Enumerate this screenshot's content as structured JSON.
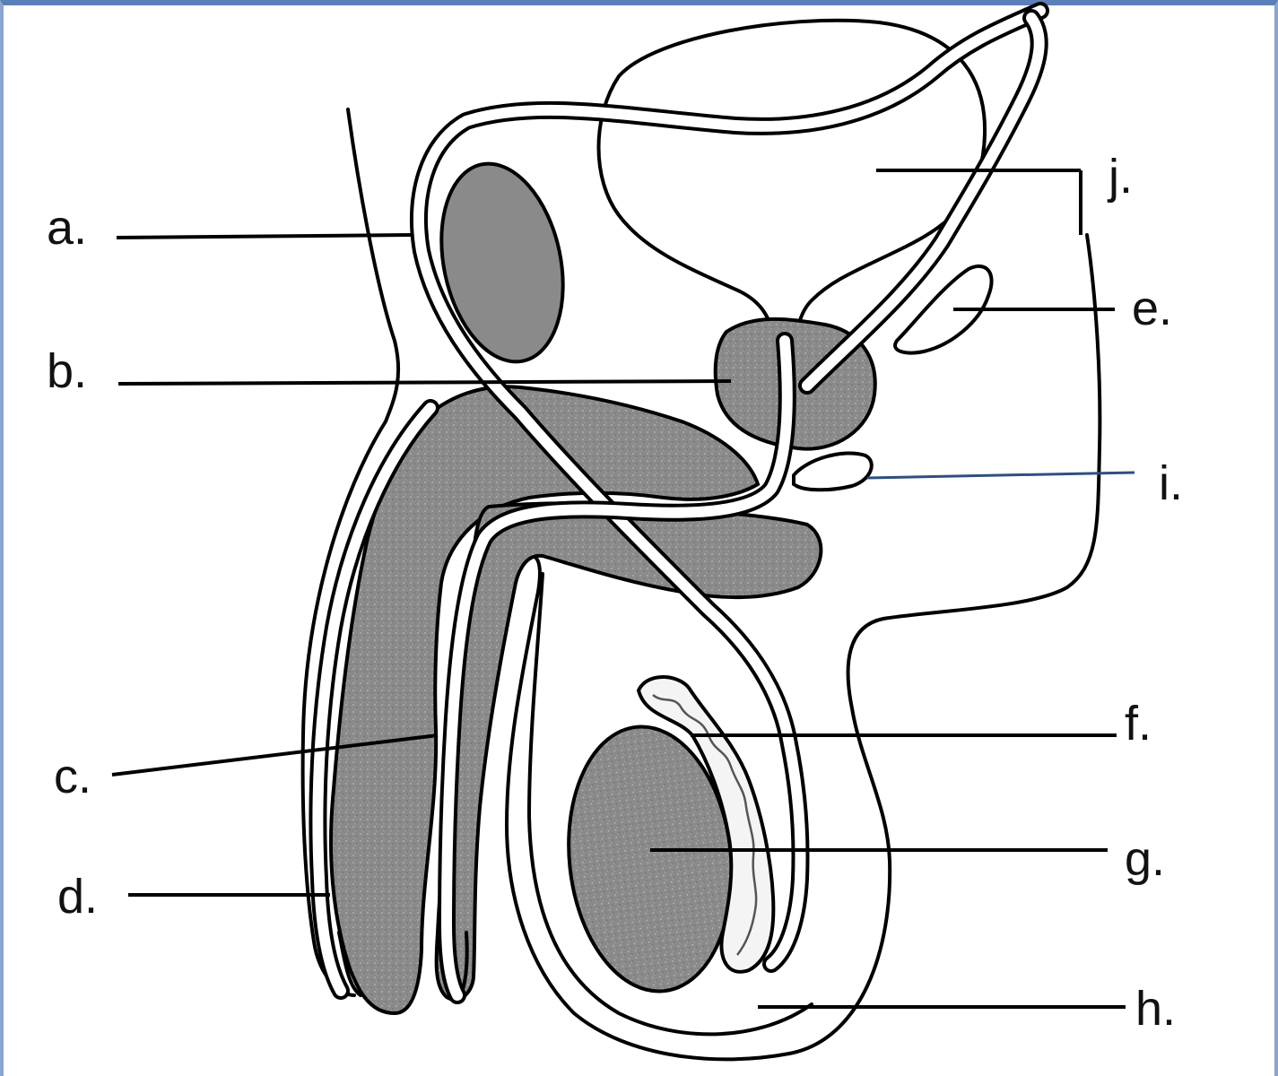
{
  "labels": {
    "a": "a.",
    "b": "b.",
    "c": "c.",
    "d": "d.",
    "e": "e.",
    "f": "f.",
    "g": "g.",
    "h": "h.",
    "i": "i.",
    "j": "j."
  },
  "colors": {
    "tissue": "#8a8a8a",
    "outline": "#000000",
    "leader_i": "#2f4f7f",
    "frame": "#5b7fb8"
  }
}
